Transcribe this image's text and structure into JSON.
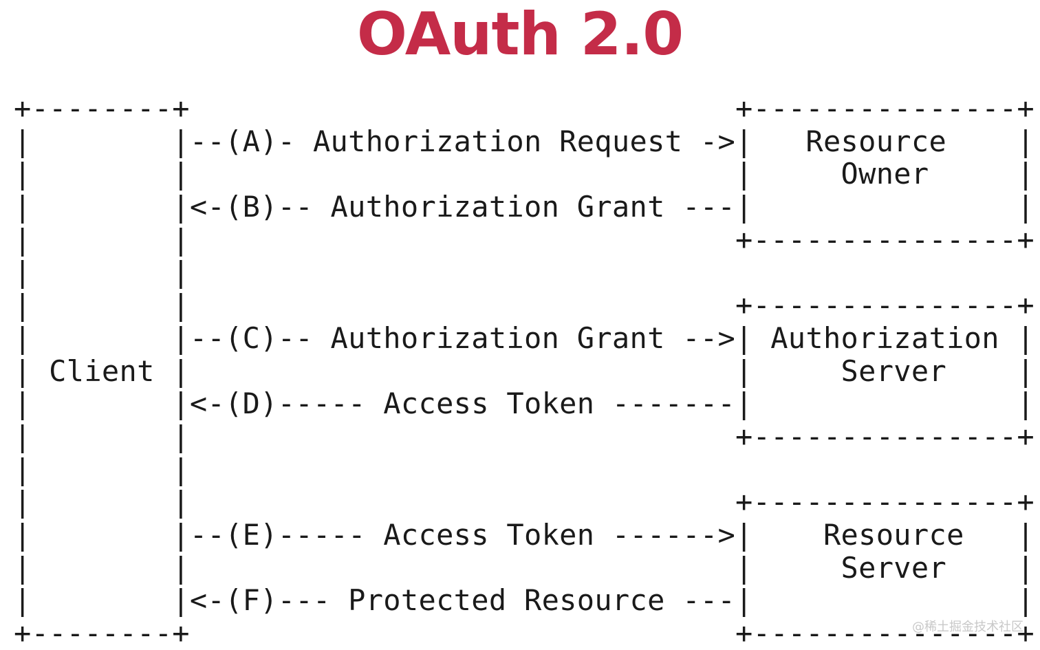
{
  "title": "OAuth 2.0",
  "diagram": {
    "lines": [
      "+--------+                               +---------------+",
      "|        |--(A)- Authorization Request ->|   Resource    |",
      "|        |                               |     Owner     |",
      "|        |<-(B)-- Authorization Grant ---|               |",
      "|        |                               +---------------+",
      "|        |",
      "|        |                               +---------------+",
      "|        |--(C)-- Authorization Grant -->| Authorization |",
      "| Client |                               |     Server    |",
      "|        |<-(D)----- Access Token -------|               |",
      "|        |                               +---------------+",
      "|        |",
      "|        |                               +---------------+",
      "|        |--(E)----- Access Token ------>|    Resource   |",
      "|        |                               |     Server    |",
      "|        |<-(F)--- Protected Resource ---|               |",
      "+--------+                               +---------------+"
    ]
  },
  "watermark": "@稀土掘金技术社区"
}
